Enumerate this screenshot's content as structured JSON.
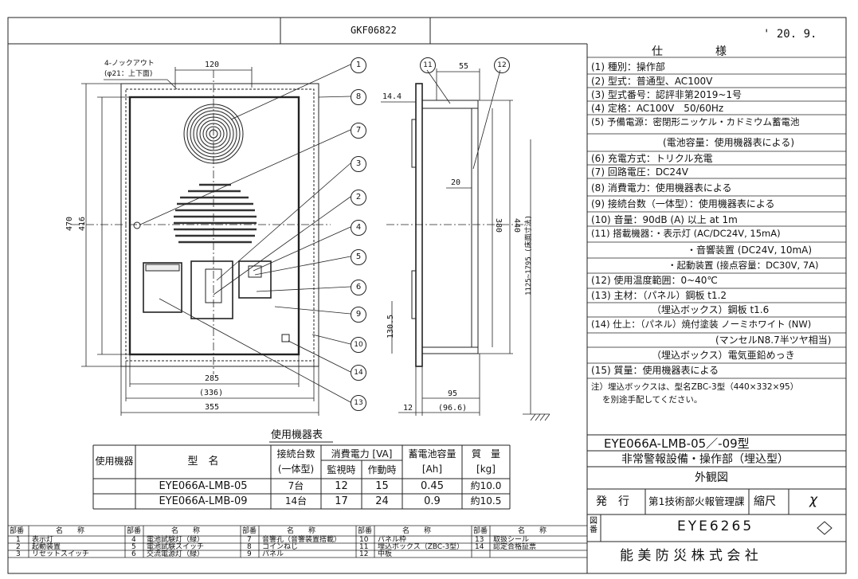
{
  "header": {
    "drawing_code": "GKF06822",
    "date": "' 20. 9."
  },
  "front_view": {
    "knockout_note_1": "4-ノックアウト",
    "knockout_note_2": "(φ21：上下面)",
    "dim_top": "120",
    "dim_470": "470",
    "dim_416": "416",
    "dim_285": "285",
    "dim_336": "(336)",
    "dim_355": "355"
  },
  "side_view": {
    "dim_55": "55",
    "dim_14_4": "14.4",
    "dim_20": "20",
    "dim_380": "380",
    "dim_440": "440",
    "dim_height_range": "1125~1795 (床面寸法)",
    "dim_130_5": "130.5",
    "dim_95": "95",
    "dim_96_6": "(96.6)",
    "dim_12": "12"
  },
  "callouts": [
    "1",
    "8",
    "7",
    "3",
    "2",
    "4",
    "5",
    "6",
    "9",
    "10",
    "14",
    "13",
    "11",
    "12"
  ],
  "spec": {
    "title": "仕　　　様",
    "rows": [
      "(1) 種別：操作部",
      "(2) 型式：普通型、AC100V",
      "(3) 型式番号：認評非第2019~1号",
      "(4) 定格：AC100V　50/60Hz",
      "(5) 予備電源：密閉形ニッケル・カドミウム蓄電池",
      "(電池容量：使用機器表による)",
      "(6) 充電方式：トリクル充電",
      "(7) 回路電圧：DC24V",
      "(8) 消費電力：使用機器表による",
      "(9) 接続台数（一体型）：使用機器表による",
      "(10) 音量：90dB (A) 以上 at 1m",
      "(11) 搭載機器：・表示灯 (AC/DC24V, 15mA)",
      "・音響装置 (DC24V, 10mA)",
      "・起動装置 (接点容量：DC30V, 7A)",
      "(12) 使用温度範囲：0~40℃",
      "(13) 主材：（パネル）鋼板 t1.2",
      "（埋込ボックス）鋼板 t1.6",
      "(14) 仕上：（パネル）焼付塗装 ノーミホワイト (NW)",
      "(マンセルN8.7半ツヤ相当)",
      "（埋込ボックス）電気亜鉛めっき",
      "(15) 質量：使用機器表による"
    ],
    "note_1": "注）埋込ボックスは、型名ZBC-3型（440×332×95）",
    "note_2": "を別途手配してください。"
  },
  "title_block": {
    "model": "EYE066A-LMB-05／-09型",
    "name": "非常警報設備・操作部（埋込型）",
    "view": "外観図",
    "issue_label": "発　行",
    "department": "第1技術部火報管理課",
    "scale_label": "縮尺",
    "scale_value": "χ",
    "fig_no_label": "図番",
    "fig_no": "EYE6265",
    "company": "能 美 防 災 株 式 会 社"
  },
  "equipment_table": {
    "title": "使用機器表",
    "h_equipment": "使用機器",
    "h_model": "型　名",
    "h_units": "接続台数",
    "h_units_sub": "(一体型)",
    "h_power": "消費電力 [VA]",
    "h_monitor": "監視時",
    "h_operate": "作動時",
    "h_battery": "蓄電池容量",
    "h_battery_unit": "[Ah]",
    "h_mass": "質　量",
    "h_mass_unit": "[kg]",
    "rows": [
      {
        "model": "EYE066A-LMB-05",
        "units": "7台",
        "monitor": "12",
        "operate": "15",
        "battery": "0.45",
        "mass": "約10.0"
      },
      {
        "model": "EYE066A-LMB-09",
        "units": "14台",
        "monitor": "17",
        "operate": "24",
        "battery": "0.9",
        "mass": "約10.5"
      }
    ]
  },
  "parts": {
    "h_no": "部番",
    "h_name": "名　　称",
    "items": [
      {
        "no": "1",
        "name": "表示灯"
      },
      {
        "no": "2",
        "name": "起動装置"
      },
      {
        "no": "3",
        "name": "リセットスイッチ"
      },
      {
        "no": "4",
        "name": "電池試験灯（緑）"
      },
      {
        "no": "5",
        "name": "電池試験スイッチ"
      },
      {
        "no": "6",
        "name": "交流電源灯（緑）"
      },
      {
        "no": "7",
        "name": "音響孔（音響装置搭載）"
      },
      {
        "no": "8",
        "name": "コインねじ"
      },
      {
        "no": "9",
        "name": "パネル"
      },
      {
        "no": "10",
        "name": "パネル枠"
      },
      {
        "no": "11",
        "name": "埋込ボックス（ZBC-3型）"
      },
      {
        "no": "12",
        "name": "中板"
      },
      {
        "no": "13",
        "name": "取扱シール"
      },
      {
        "no": "14",
        "name": "認定合格証票"
      },
      {
        "no": "",
        "name": ""
      }
    ]
  }
}
